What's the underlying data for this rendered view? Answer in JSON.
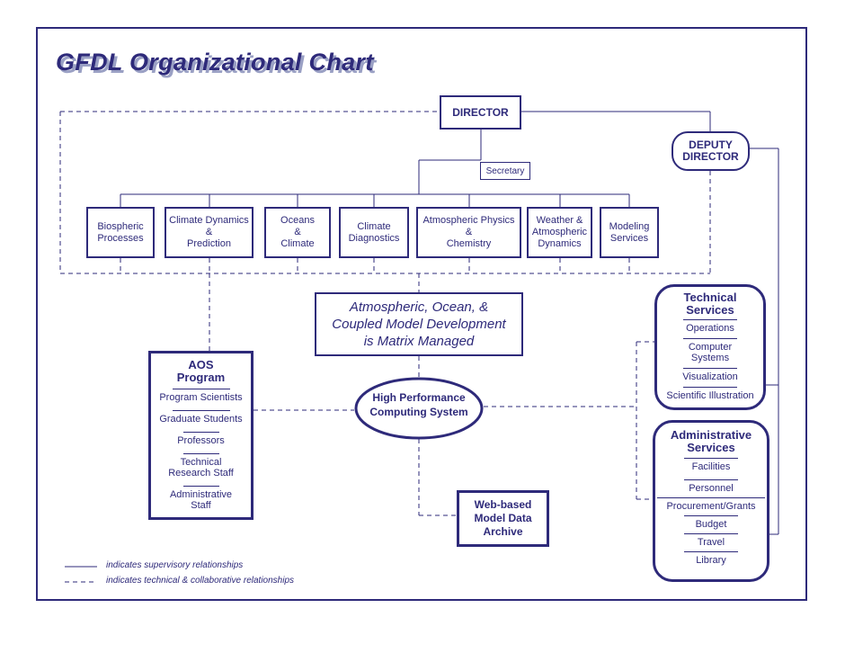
{
  "title": "GFDL Organizational Chart",
  "director": "DIRECTOR",
  "deputy": [
    "DEPUTY",
    "DIRECTOR"
  ],
  "secretary": "Secretary",
  "divisions": [
    [
      "Biospheric",
      "Processes"
    ],
    [
      "Climate Dynamics",
      "&",
      "Prediction"
    ],
    [
      "Oceans",
      "&",
      "Climate"
    ],
    [
      "Climate",
      "Diagnostics"
    ],
    [
      "Atmospheric Physics",
      "&",
      "Chemistry"
    ],
    [
      "Weather &",
      "Atmospheric",
      "Dynamics"
    ],
    [
      "Modeling",
      "Services"
    ]
  ],
  "matrix": [
    "Atmospheric, Ocean, &",
    "Coupled Model Development",
    "is Matrix Managed"
  ],
  "hpcs": [
    "High Performance",
    "Computing System"
  ],
  "archive": [
    "Web-based",
    "Model Data",
    "Archive"
  ],
  "aos": {
    "heading": [
      "AOS",
      "Program"
    ],
    "items": [
      [
        "Program Scientists"
      ],
      [
        "Graduate Students"
      ],
      [
        "Professors"
      ],
      [
        "Technical",
        "Research Staff"
      ],
      [
        "Administrative",
        "Staff"
      ]
    ]
  },
  "technical": {
    "heading": [
      "Technical",
      "Services"
    ],
    "items": [
      [
        "Operations"
      ],
      [
        "Computer",
        "Systems"
      ],
      [
        "Visualization"
      ],
      [
        "Scientific Illustration"
      ]
    ]
  },
  "administrative": {
    "heading": [
      "Administrative",
      "Services"
    ],
    "items": [
      [
        "Facilities"
      ],
      [
        "Personnel"
      ],
      [
        "Procurement/Grants"
      ],
      [
        "Budget"
      ],
      [
        "Travel"
      ],
      [
        "Library"
      ]
    ]
  },
  "legend": {
    "solid": "indicates supervisory relationships",
    "dashed": "indicates technical & collaborative relationships"
  },
  "colors": {
    "ink": "#2e2a7a",
    "shadow": "#9aa0c4"
  }
}
